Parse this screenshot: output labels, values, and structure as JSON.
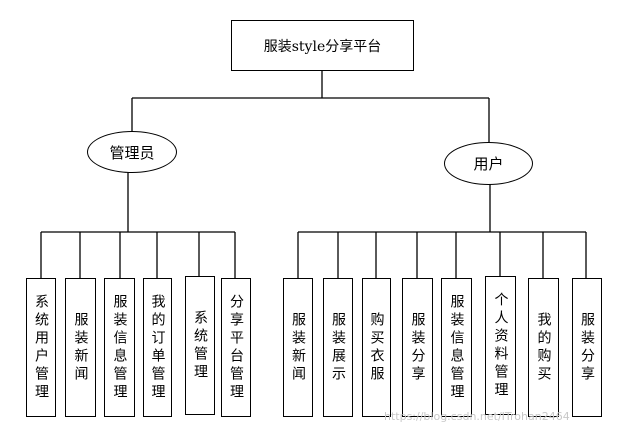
{
  "root": {
    "label": "服装style分享平台"
  },
  "groups": [
    {
      "label": "管理员",
      "children": [
        "系统用户管理",
        "服装新闻",
        "服装信息管理",
        "我的订单管理",
        "系统管理",
        "分享平台管理"
      ]
    },
    {
      "label": "用户",
      "children": [
        "服装新闻",
        "服装展示",
        "购买衣服",
        "服装分享",
        "服装信息管理",
        "个人资料管理",
        "我的购买",
        "服装分享"
      ]
    }
  ],
  "watermark": "https://blog.csdn.net/ITrohan2464"
}
